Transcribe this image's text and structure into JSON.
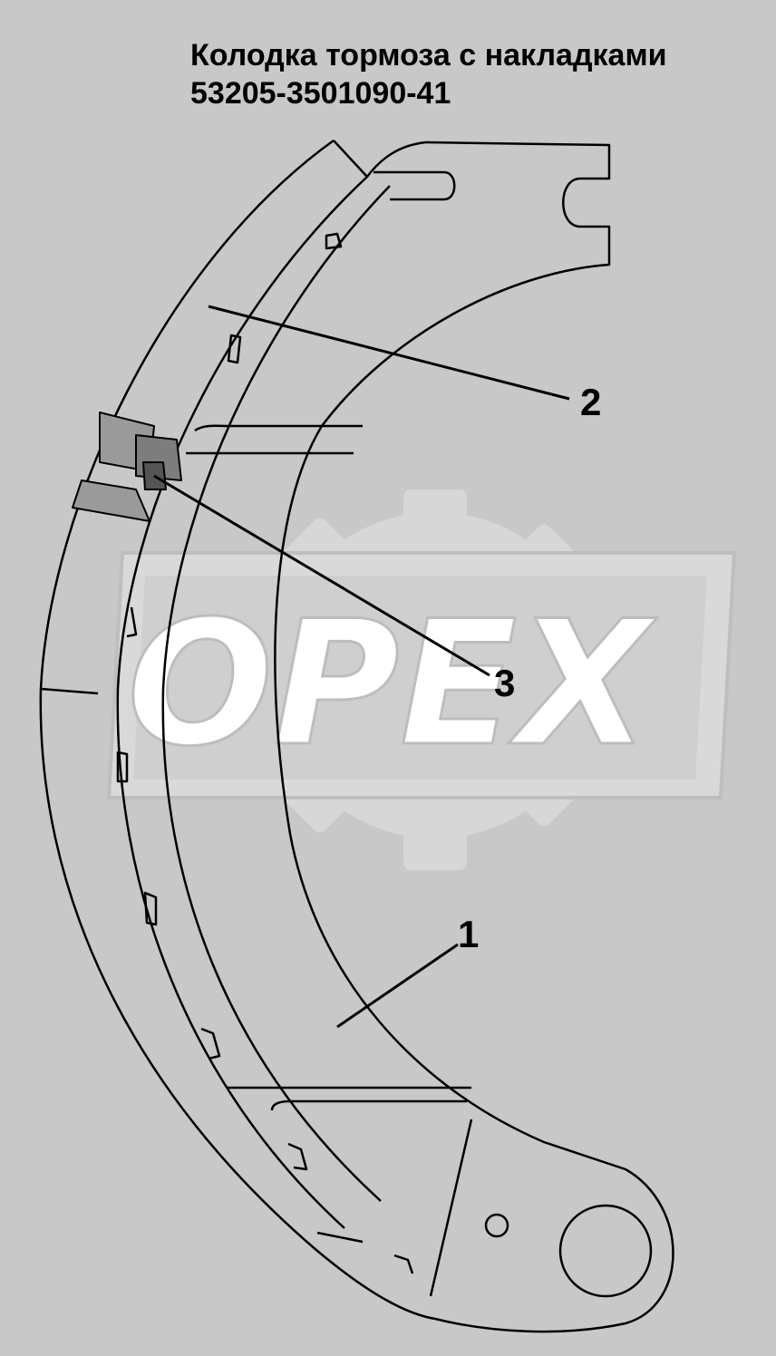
{
  "title": {
    "line1": "Колодка тормоза с накладками",
    "line2": "53205-3501090-41"
  },
  "watermark": {
    "text": "OPEX"
  },
  "callouts": [
    {
      "id": "1",
      "label": "1"
    },
    {
      "id": "2",
      "label": "2"
    },
    {
      "id": "3",
      "label": "3"
    }
  ],
  "colors": {
    "background": "#c8c8c8",
    "line": "#000000",
    "watermark_fill": "#ffffff",
    "watermark_shadow": "#d7d7d7"
  }
}
